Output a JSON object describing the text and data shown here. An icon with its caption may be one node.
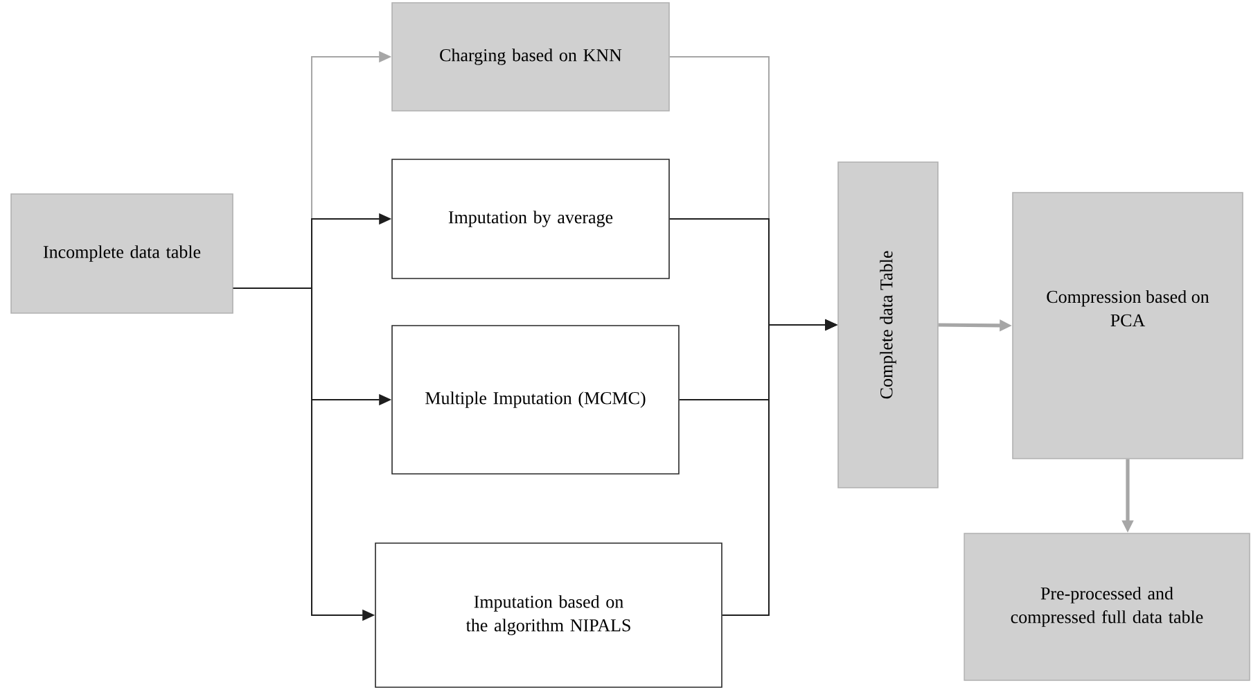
{
  "diagram": {
    "nodes": [
      {
        "text": [
          "Incomplete data table"
        ]
      },
      {
        "text": [
          "Charging based on KNN"
        ]
      },
      {
        "text": [
          "Imputation by average"
        ]
      },
      {
        "text": [
          "Multiple Imputation (MCMC)"
        ]
      },
      {
        "text": [
          "Imputation based on the algorithm NIPALS"
        ]
      },
      {
        "text": [
          "Complete data Table"
        ]
      },
      {
        "text": [
          "Compression based on PCA"
        ]
      },
      {
        "text": [
          "Pre-processed and compressed full data table"
        ]
      }
    ],
    "edges": [
      {
        "from": 0,
        "to": 1,
        "arrow": "to",
        "color": "#a6a6a6"
      },
      {
        "from": 0,
        "to": 2,
        "arrow": "to"
      },
      {
        "from": 0,
        "to": 3,
        "arrow": "to"
      },
      {
        "from": 0,
        "to": 4,
        "arrow": "to"
      },
      {
        "from": 1,
        "to": 5,
        "arrow": "to",
        "color": "#a6a6a6"
      },
      {
        "from": 2,
        "to": 5,
        "arrow": "to"
      },
      {
        "from": 3,
        "to": 5,
        "arrow": "to"
      },
      {
        "from": 4,
        "to": 5,
        "arrow": "to"
      },
      {
        "from": 5,
        "to": 6,
        "arrow": "to",
        "style": "thick",
        "color": "#a6a6a6"
      },
      {
        "from": 6,
        "to": 7,
        "arrow": "to",
        "style": "thick",
        "color": "#a6a6a6"
      }
    ]
  }
}
